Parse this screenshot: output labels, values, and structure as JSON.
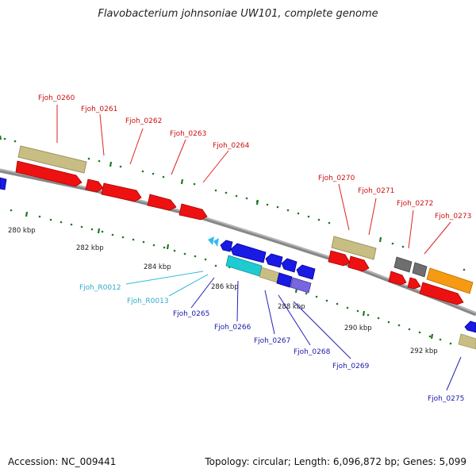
{
  "title": "Flavobacterium johnsoniae UW101, complete genome",
  "accession": "Accession: NC_009441",
  "topology": "Topology: circular; Length: 6,096,872 bp; Genes: 5,099",
  "colors": {
    "backbone": "#888888",
    "dots": "#1e7a1e",
    "red": "#ee1111",
    "blue": "#1a1ae6",
    "cyan": "#1ecbd3",
    "khaki": "#c8be84",
    "gray": "#6e6e6e",
    "orange": "#f59a12",
    "purple": "#7766dd",
    "redLabel": "#cc1111",
    "blueLabel": "#1a1aaa",
    "cyanLabel": "#33aacc"
  },
  "ticks": [
    "280 kbp",
    "282 kbp",
    "284 kbp",
    "286 kbp",
    "288 kbp",
    "290 kbp",
    "292 kbp"
  ],
  "labels": {
    "top": [
      "Fjoh_0260",
      "Fjoh_0261",
      "Fjoh_0262",
      "Fjoh_0263",
      "Fjoh_0264",
      "Fjoh_0270",
      "Fjoh_0271",
      "Fjoh_0272",
      "Fjoh_0273"
    ],
    "bottom": [
      "Fjoh_R0012",
      "Fjoh_R0013",
      "Fjoh_0265",
      "Fjoh_0266",
      "Fjoh_0267",
      "Fjoh_0268",
      "Fjoh_0269",
      "Fjoh_0275"
    ]
  }
}
